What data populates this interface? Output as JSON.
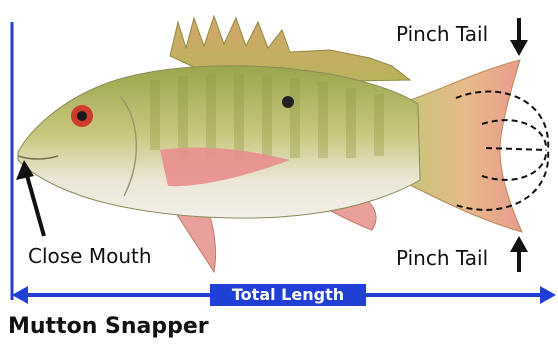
{
  "labels": {
    "pinch_tail_top": "Pinch Tail",
    "pinch_tail_bottom": "Pinch Tail",
    "close_mouth": "Close Mouth",
    "total_length": "Total Length",
    "species": "Mutton Snapper"
  },
  "colors": {
    "measure_line": "#1f3fd6",
    "arrow": "#111111",
    "fish_back": "#a9b25a",
    "fish_belly": "#efece6",
    "fin_pink": "#e9a09a",
    "tail": "#e8b98a"
  }
}
